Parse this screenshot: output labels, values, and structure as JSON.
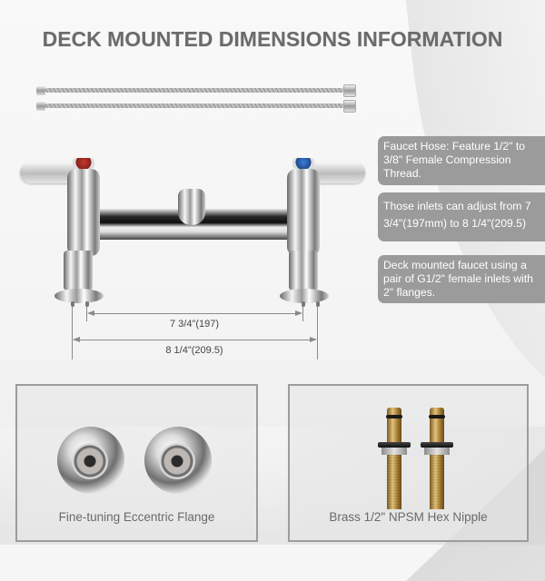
{
  "title": "DECK MOUNTED DIMENSIONS INFORMATION",
  "info_boxes": [
    {
      "text": "Faucet Hose: Feature 1/2\" to 3/8\" Female Compression Thread."
    },
    {
      "text": "Those inlets can adjust from 7 3/4\"(197mm) to 8 1/4\"(209.5)"
    },
    {
      "text": "Deck mounted faucet using a pair of G1/2\" female inlets with 2\" flanges."
    }
  ],
  "dimensions": {
    "inner": "7 3/4\"(197)",
    "outer": "8 1/4\"(209.5)"
  },
  "panels": [
    {
      "label": "Fine-tuning Eccentric Flange",
      "icon": "eccentric-flange-pair"
    },
    {
      "label": "Brass 1/2\" NPSM Hex Nipple",
      "icon": "brass-hex-nipple-pair"
    }
  ],
  "colors": {
    "title": "#6b6b6b",
    "info_box_bg": "#9b9b9b",
    "info_box_text": "#ffffff",
    "panel_border": "#9c9c9c",
    "hot_indicator": "#c0392b",
    "cold_indicator": "#3b7dd8"
  },
  "images": {
    "hoses": "two-braided-supply-hoses",
    "faucet": "chrome-deck-mount-faucet-with-lever-handles"
  }
}
